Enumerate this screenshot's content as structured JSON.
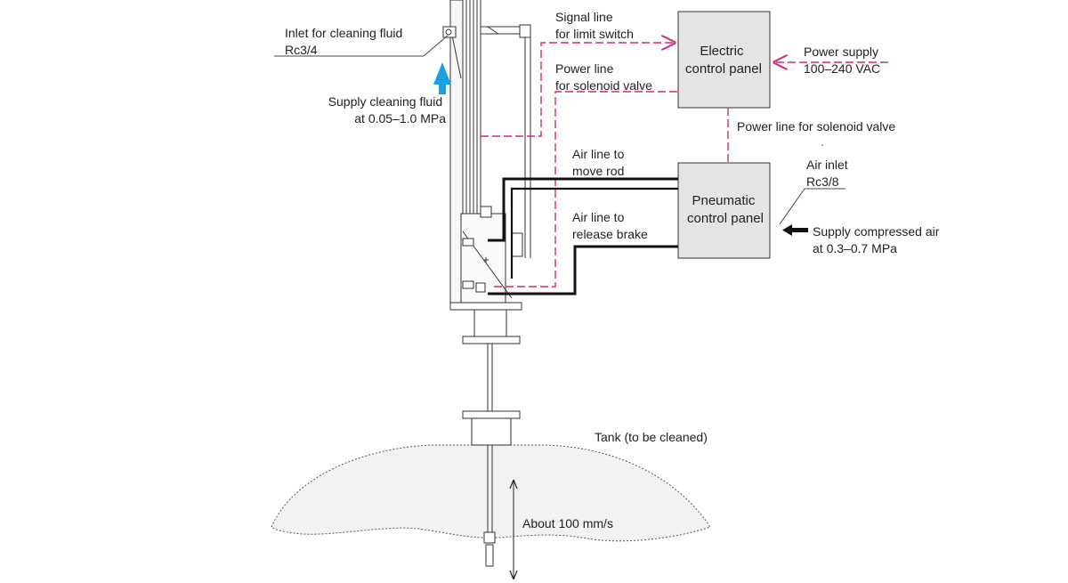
{
  "labels": {
    "inlet_cleaning": [
      "Inlet for cleaning fluid",
      "Rc3/4"
    ],
    "supply_cleaning": [
      "Supply cleaning fluid",
      "at 0.05–1.0 MPa"
    ],
    "signal_line": [
      "Signal line",
      "for limit switch"
    ],
    "power_line_solenoid_upper": [
      "Power line",
      "for solenoid valve"
    ],
    "electric_panel": [
      "Electric",
      "control panel"
    ],
    "power_supply": [
      "Power supply",
      "100–240 VAC"
    ],
    "power_line_solenoid_lower": "Power line for solenoid valve",
    "air_line_move": [
      "Air line to",
      "move rod"
    ],
    "pneumatic_panel": [
      "Pneumatic",
      "control panel"
    ],
    "air_inlet": [
      "Air inlet",
      "Rc3/8"
    ],
    "supply_air": [
      "Supply compressed air",
      "at 0.3–0.7 MPa"
    ],
    "air_line_brake": [
      "Air line to",
      "release brake"
    ],
    "tank": "Tank (to be cleaned)",
    "speed": "About 100 mm/s"
  },
  "colors": {
    "signal_line": "#d4287a",
    "fluid_arrow": "#1aa0e0",
    "air_line": "#111111",
    "panel_fill": "#e4e4e4",
    "tank_fill": "#f2f2f2"
  },
  "icons": [
    "up-arrow-icon",
    "left-arrow-icon",
    "double-arrow-icon"
  ]
}
